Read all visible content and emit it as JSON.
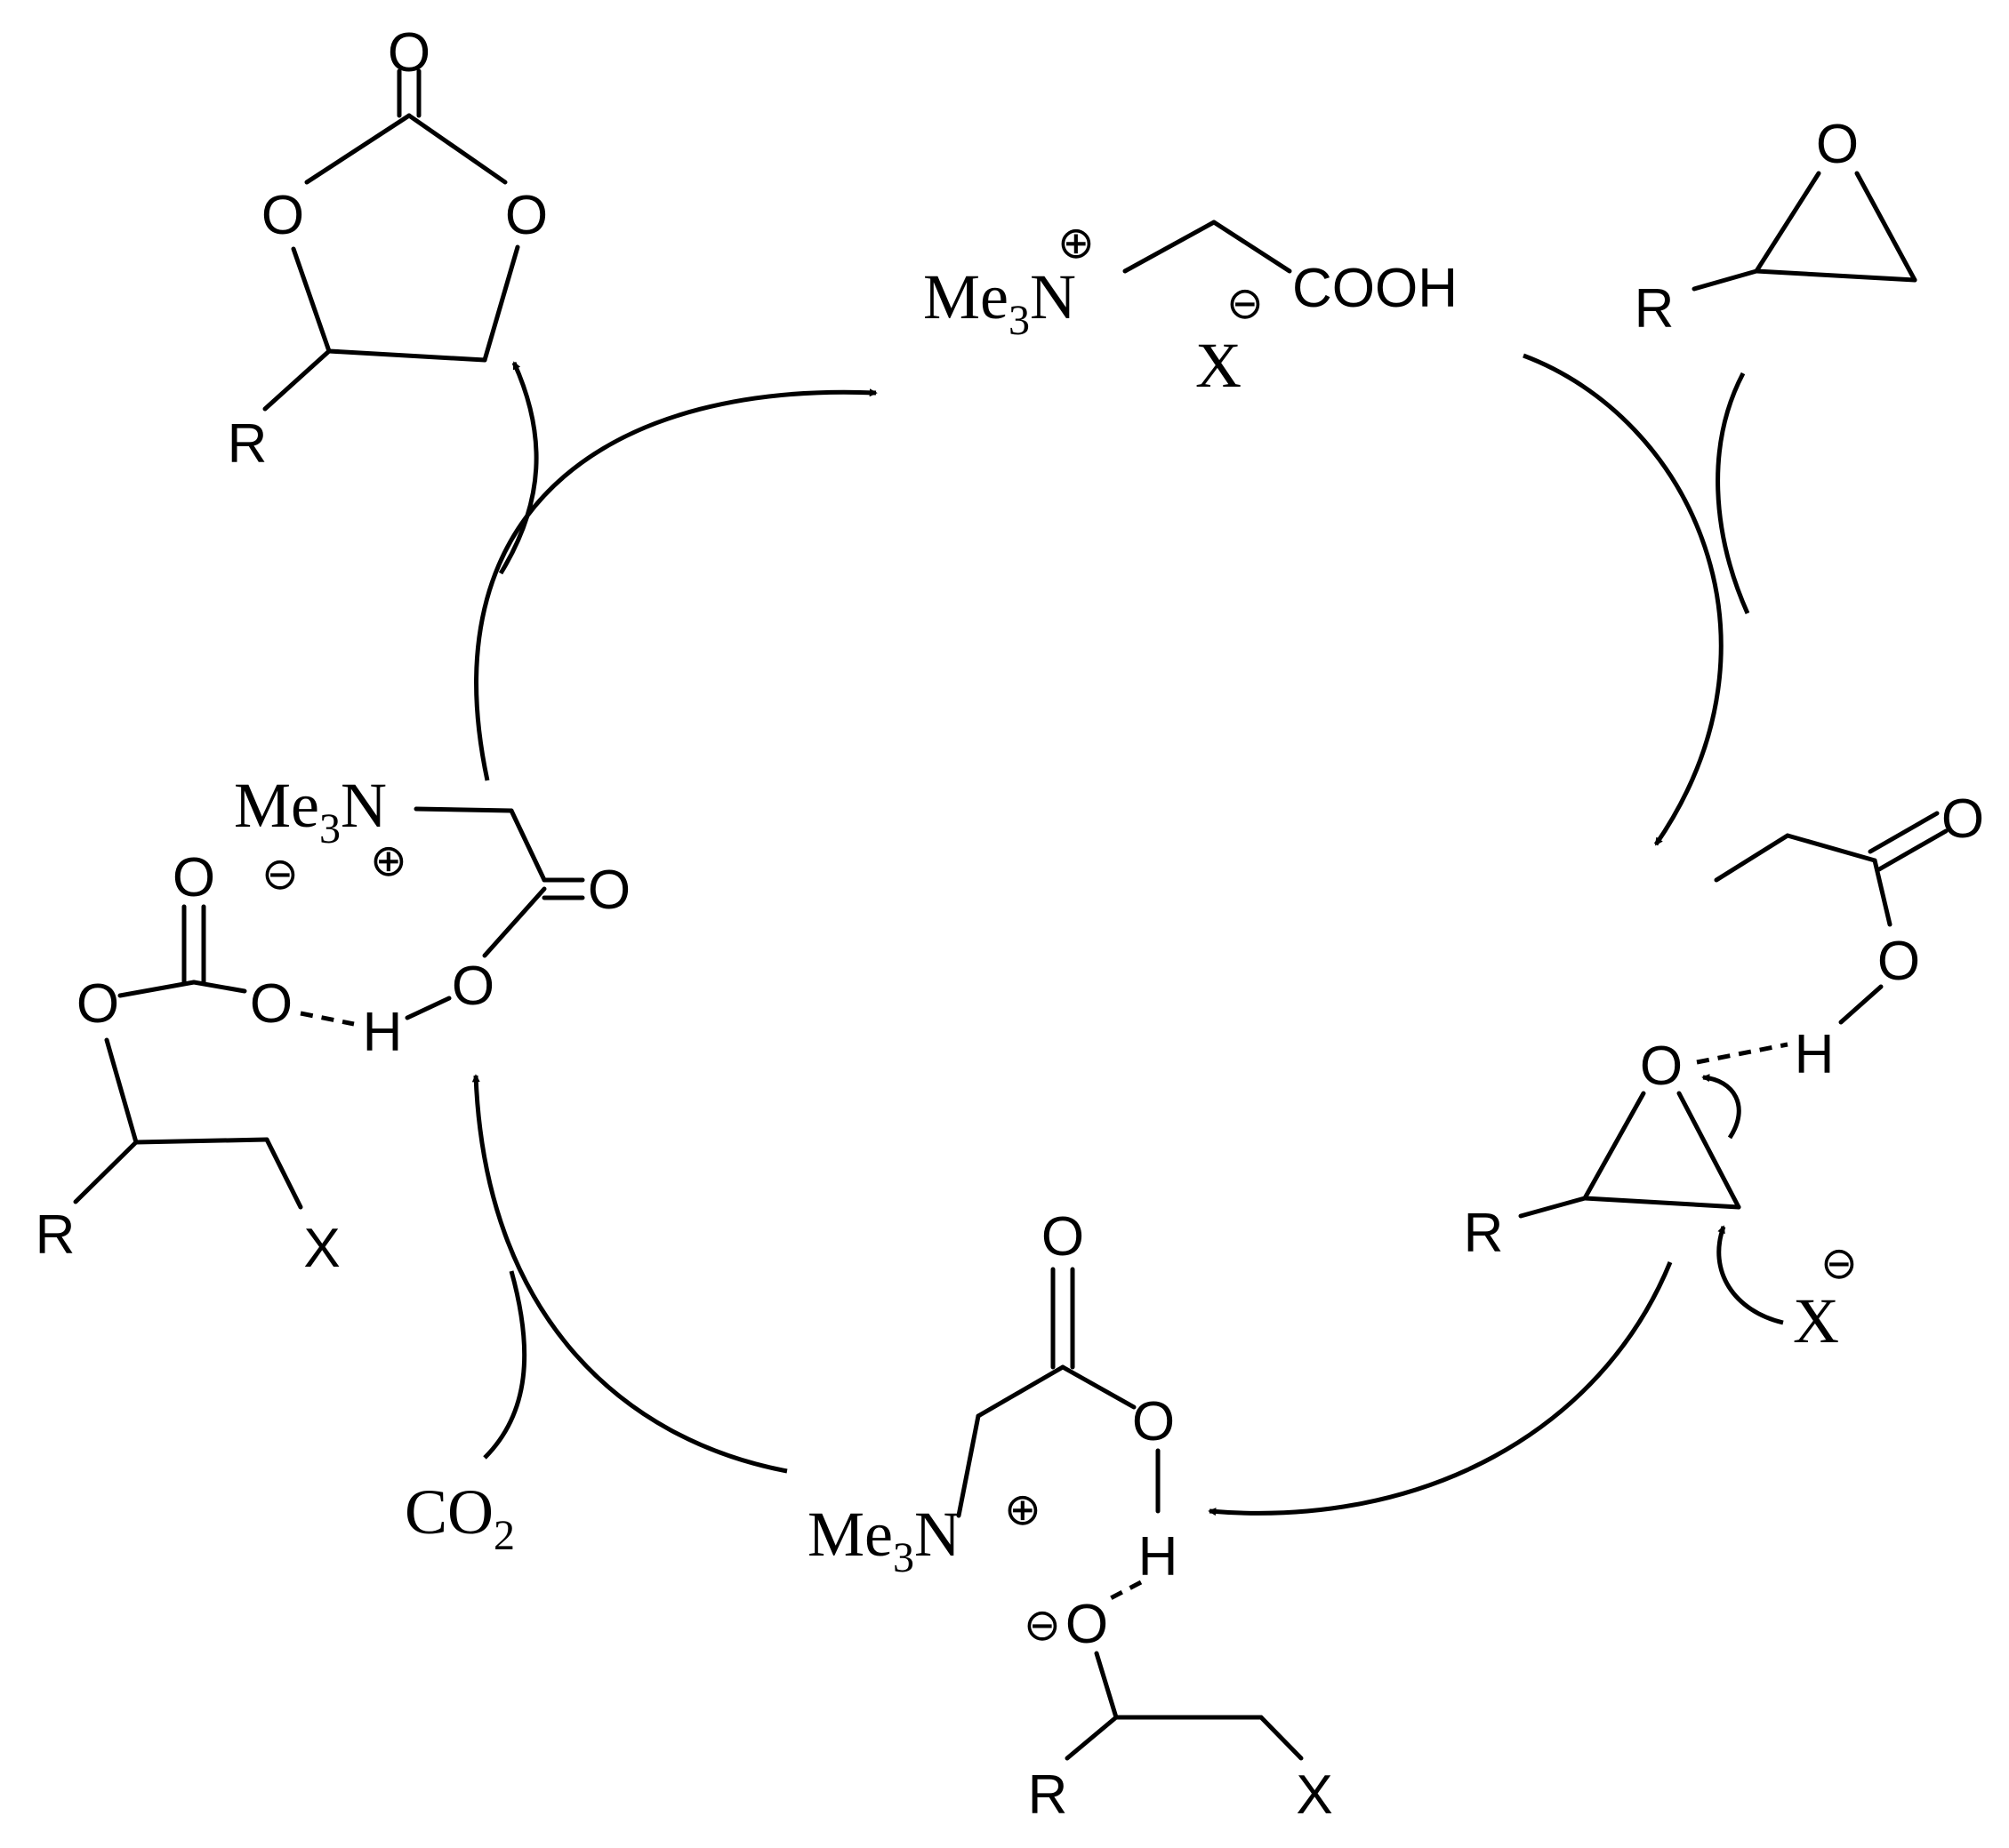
{
  "labels": {
    "oxygen": "O",
    "hydrogen": "H",
    "r_group": "R",
    "halide": "X",
    "me3n_prefix": "Me",
    "me3n_sub": "3",
    "me3n_n": "N",
    "cooh": "COOH",
    "co2_main": "CO",
    "co2_sub": "2",
    "plus": "⊕",
    "minus": "⊖"
  },
  "colors": {
    "ink": "#000000",
    "background": "#ffffff"
  }
}
